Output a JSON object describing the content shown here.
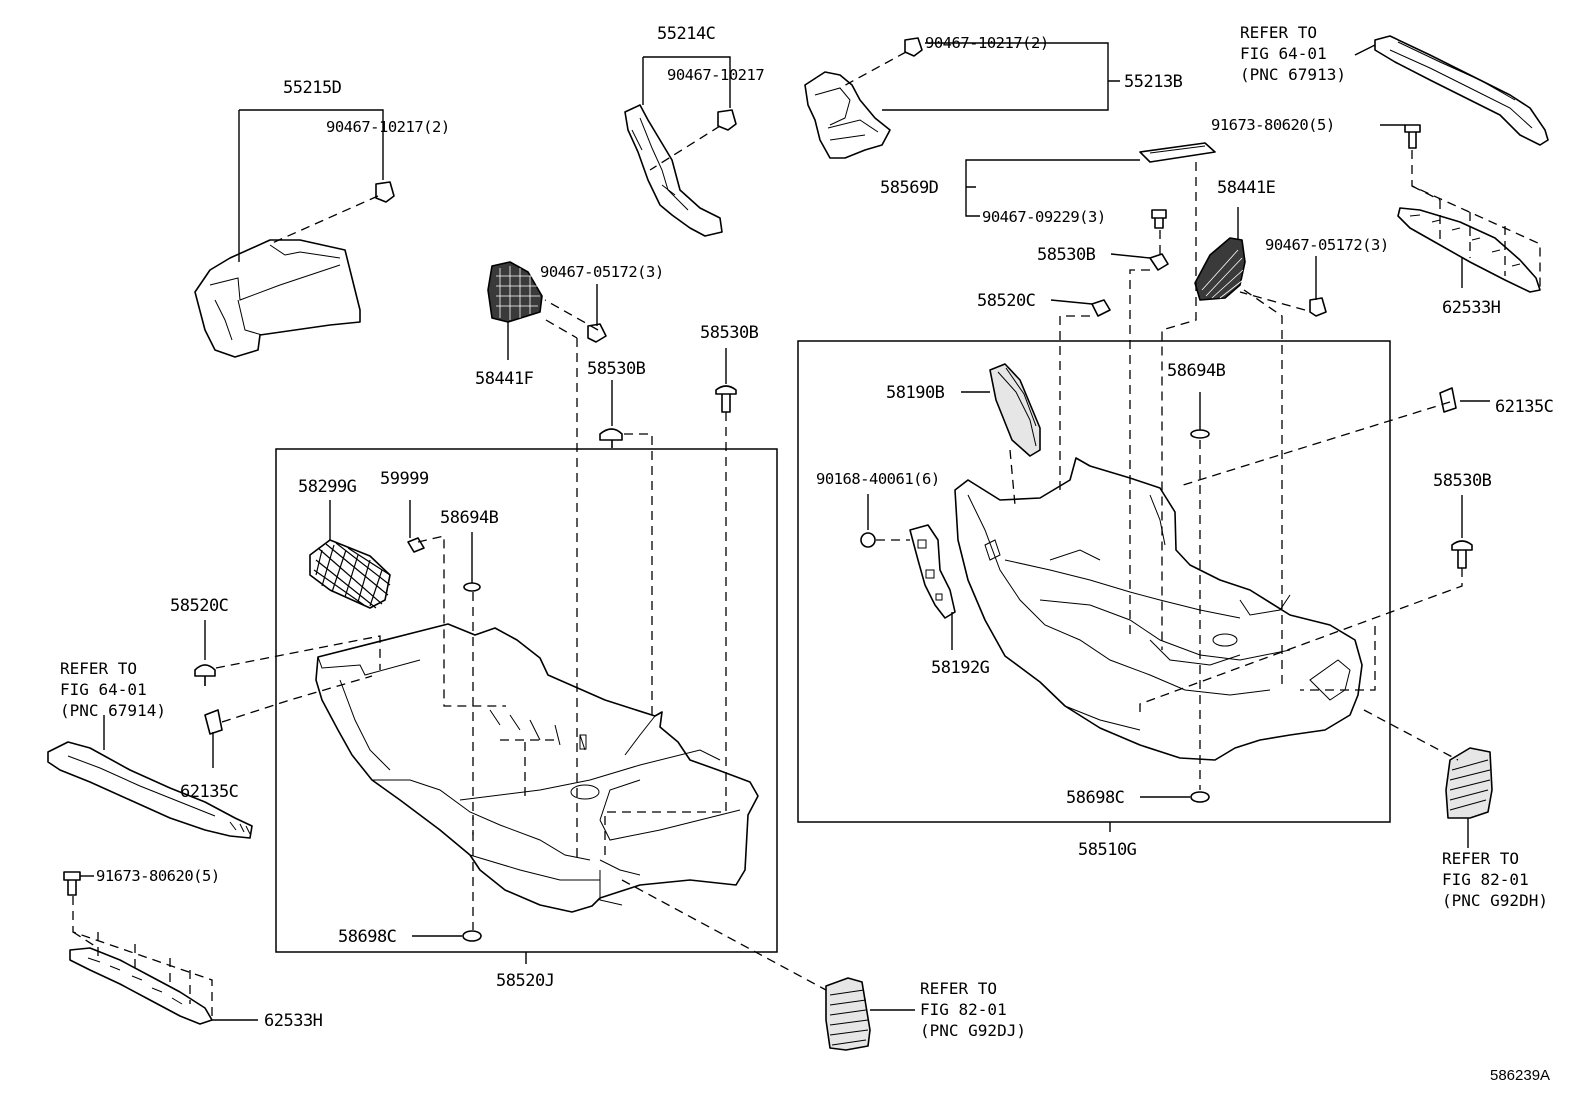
{
  "labels": {
    "p55215D": "55215D",
    "p55215D_clip": "90467-10217(2)",
    "p55214C": "55214C",
    "p55214C_clip": "90467-10217",
    "p55213B_clip": "90467-10217(2)",
    "p55213B": "55213B",
    "ref_67913_1": "REFER TO",
    "ref_67913_2": "FIG 64-01",
    "ref_67913_3": "(PNC 67913)",
    "p91673_r": "91673-80620(5)",
    "p58569D": "58569D",
    "p90467_09229": "90467-09229(3)",
    "p58441E": "58441E",
    "p90467_05172_r": "90467-05172(3)",
    "p62533H_r": "62533H",
    "p58530B_r1": "58530B",
    "p58520C_r": "58520C",
    "p90467_05172_l": "90467-05172(3)",
    "p58441F": "58441F",
    "p58530B_l1": "58530B",
    "p58530B_l2": "58530B",
    "p58190B": "58190B",
    "p58694B_r": "58694B",
    "p62135C_r": "62135C",
    "p58530B_r2": "58530B",
    "p90168": "90168-40061(6)",
    "p58192G": "58192G",
    "p58299G": "58299G",
    "p59999": "59999",
    "p58694B_l": "58694B",
    "p58520C_l": "58520C",
    "ref_67914_1": "REFER TO",
    "ref_67914_2": "FIG 64-01",
    "ref_67914_3": "(PNC 67914)",
    "p62135C_l": "62135C",
    "p91673_l": "91673-80620(5)",
    "p62533H_l": "62533H",
    "p58698C_l": "58698C",
    "p58520J": "58520J",
    "p58698C_r": "58698C",
    "p58510G": "58510G",
    "ref_G92DH_1": "REFER TO",
    "ref_G92DH_2": "FIG 82-01",
    "ref_G92DH_3": "(PNC G92DH)",
    "ref_G92DJ_1": "REFER TO",
    "ref_G92DJ_2": "FIG 82-01",
    "ref_G92DJ_3": "(PNC G92DJ)",
    "illustration_id": "586239A"
  }
}
